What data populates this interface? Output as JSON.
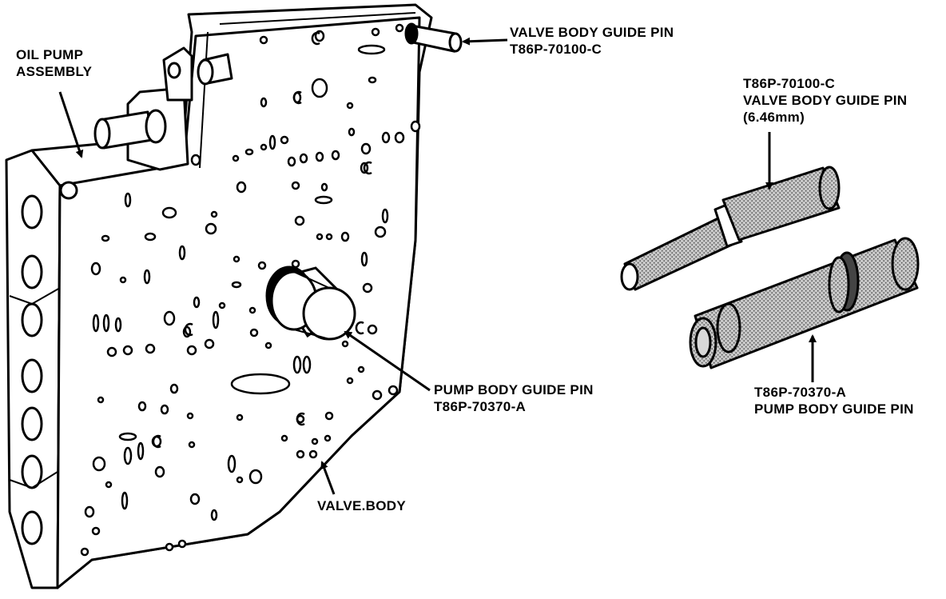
{
  "labels": {
    "oil_pump": {
      "line1": "OIL PUMP",
      "line2": "ASSEMBLY"
    },
    "valve_pin_top": {
      "line1": "VALVE BODY GUIDE PIN",
      "line2": "T86P-70100-C"
    },
    "valve_pin_right": {
      "line1": "T86P-70100-C",
      "line2": "VALVE BODY GUIDE PIN",
      "line3": "(6.46mm)"
    },
    "pump_pin_center": {
      "line1": "PUMP BODY GUIDE PIN",
      "line2": "T86P-70370-A"
    },
    "pump_pin_right": {
      "line1": "T86P-70370-A",
      "line2": "PUMP BODY GUIDE PIN"
    },
    "valve_body": {
      "line1": "VALVE.BODY"
    }
  },
  "colors": {
    "ink": "#000000",
    "paper": "#ffffff",
    "knurl": "#9a9a9a"
  }
}
